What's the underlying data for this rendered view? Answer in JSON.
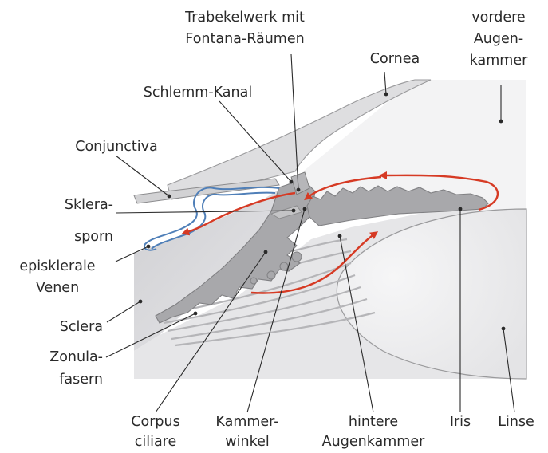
{
  "labels": {
    "trabekelwerk": [
      "Trabekelwerk mit",
      "Fontana-Räumen"
    ],
    "cornea": "Cornea",
    "vordere_augenkammer": [
      "vordere",
      "Augen-",
      "kammer"
    ],
    "schlemm_kanal": "Schlemm-Kanal",
    "conjunctiva": "Conjunctiva",
    "sklerasporn": [
      "Sklera-",
      "sporn"
    ],
    "episklerale_venen": [
      "episklerale",
      "Venen"
    ],
    "sclera": "Sclera",
    "zonulafasern": [
      "Zonula-",
      "fasern"
    ],
    "corpus_ciliare": [
      "Corpus",
      "ciliare"
    ],
    "kammerwinkel": [
      "Kammer-",
      "winkel"
    ],
    "hintere_augenkammer": [
      "hintere",
      "Augenkammer"
    ],
    "iris": "Iris",
    "linse": "Linse"
  },
  "colors": {
    "tissue_dark": "#a6a6a8",
    "tissue_light": "#dcdcde",
    "tissue_lighter": "#ececee",
    "flow_arrow": "#d63a24",
    "vein": "#4f7fb8",
    "text": "#2a2a2a"
  }
}
